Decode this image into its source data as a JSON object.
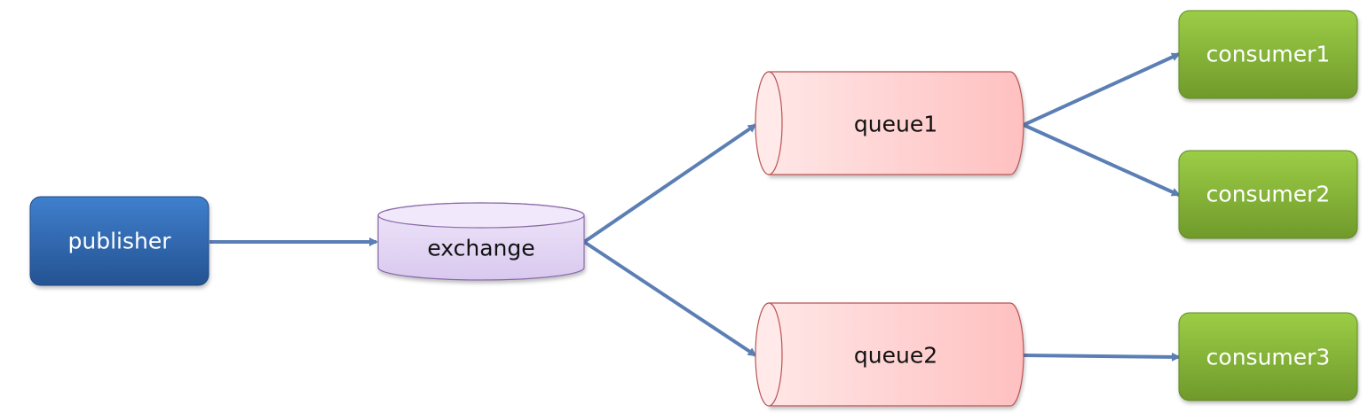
{
  "nodes": {
    "publisher": "publisher",
    "exchange": "exchange",
    "queue1": "queue1",
    "queue2": "queue2",
    "consumer1": "consumer1",
    "consumer2": "consumer2",
    "consumer3": "consumer3"
  },
  "colors": {
    "publisher": "#2f63a6",
    "exchange": "#e8dcf5",
    "queue": "#ffcfcf",
    "consumer": "#7faa37",
    "edge": "#5b7fb5"
  }
}
